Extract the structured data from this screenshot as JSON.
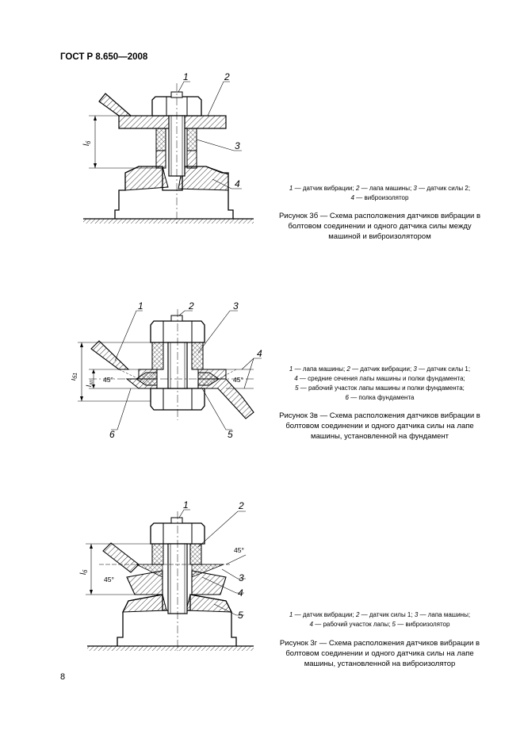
{
  "header": "ГОСТ Р 8.650—2008",
  "page_number": "8",
  "figures": [
    {
      "legend_lines": [
        "<i>1</i> — датчик вибрации; <i>2</i> — лапа машины; <i>3</i> — датчик силы 2;",
        "<i>4</i> — виброизолятор"
      ],
      "caption": "Рисунок 3б — Схема расположения датчиков вибрации в болтовом соединении и одного датчика силы между машиной и виброизолятором",
      "labels": {
        "l1": "1",
        "l2": "2",
        "l3": "3",
        "l4": "4",
        "dim": "l",
        "dim_sub": "б"
      }
    },
    {
      "legend_lines": [
        "<i>1</i> — лапа машины; <i>2</i> — датчик вибрации; <i>3</i> — датчик силы 1;",
        "<i>4</i> — средние сечения лапы машины и полки фундамента;",
        "<i>5</i> — рабочий участок лапы машины и полки фундамента;",
        "<i>6</i> — полка фундамента"
      ],
      "caption": "Рисунок 3в — Схема расположения датчиков вибрации в болтовом соединении и одного датчика силы на лапе машины, установленной на фундамент",
      "labels": {
        "l1": "1",
        "l2": "2",
        "l3": "3",
        "l4": "4",
        "l5": "5",
        "l6": "6",
        "dim1": "l",
        "dim1_sub": "б1",
        "dim2": "l",
        "dim2_sub": "лп",
        "angle_left": "45°",
        "angle_right": "45°"
      }
    },
    {
      "legend_lines": [
        "<i>1</i> — датчик вибрации; <i>2</i> — датчик силы 1; <i>3</i> — лапа машины;",
        "<i>4</i> — рабочий участок лапы; <i>5</i> — виброизолятор"
      ],
      "caption": "Рисунок 3г — Схема расположения датчиков вибрации в болтовом соединении и одного датчика силы на лапе машины, установленной на виброизолятор",
      "labels": {
        "l1": "1",
        "l2": "2",
        "l3": "3",
        "l4": "4",
        "l5": "5",
        "dim": "l",
        "dim_sub": "б",
        "angle_top": "45°",
        "angle_left": "45°"
      }
    }
  ]
}
